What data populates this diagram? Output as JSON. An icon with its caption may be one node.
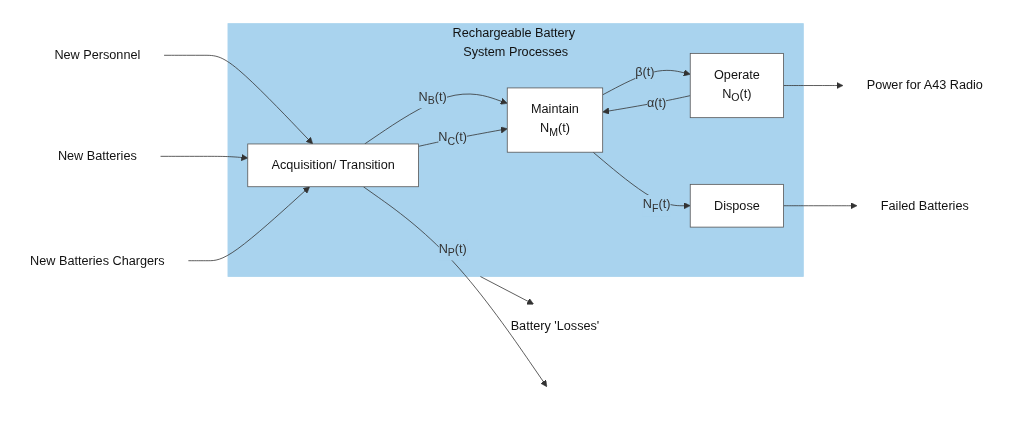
{
  "diagram": {
    "nodes": [
      {
        "text": [
          "Rechargeable Battery System Processes"
        ]
      },
      {
        "text": [
          "New Personnel"
        ]
      },
      {
        "text": [
          "New Batteries"
        ]
      },
      {
        "text": [
          "New Batteries Chargers"
        ]
      },
      {
        "text": [
          "Acquisition/ Transition"
        ],
        "in": 0
      },
      {
        "text": [
          "Operate",
          "N$_{O}$(t)"
        ],
        "in": 0
      },
      {
        "text": [
          "Power for A43 Radio"
        ]
      },
      {
        "text": [
          "Battery 'Losses'"
        ]
      },
      {
        "text": [
          "Maintain",
          "N$_{M}$(t)"
        ],
        "in": 0
      },
      {
        "text": [
          "Dispose"
        ],
        "in": 0
      },
      {
        "text": [
          "Failed Batteries"
        ]
      }
    ],
    "edges": [
      {
        "from": 1,
        "to": 4,
        "arrow": "to"
      },
      {
        "from": 2,
        "to": 4,
        "arrow": "to"
      },
      {
        "from": 3,
        "to": 4,
        "arrow": "to"
      },
      {
        "from": 4,
        "to": null,
        "arrow": "to",
        "label": "N$_{P}$(t)"
      },
      {
        "from": 4,
        "to": 8,
        "arrow": "to",
        "label": "N$_{B}$(t)"
      },
      {
        "from": 4,
        "to": 8,
        "arrow": "to",
        "label": "N$_{C}$(t)"
      },
      {
        "from": 8,
        "to": 5,
        "arrow": "to",
        "label": "β(t)"
      },
      {
        "from": 5,
        "to": 8,
        "arrow": "to",
        "label": "α(t)"
      },
      {
        "from": 8,
        "to": 9,
        "arrow": "to",
        "label": "N$_{F}$(t)"
      },
      {
        "from": 5,
        "to": 6,
        "arrow": "to"
      },
      {
        "from": 0,
        "to": 7,
        "arrow": "to"
      },
      {
        "from": 9,
        "to": 10,
        "arrow": "to"
      }
    ]
  }
}
